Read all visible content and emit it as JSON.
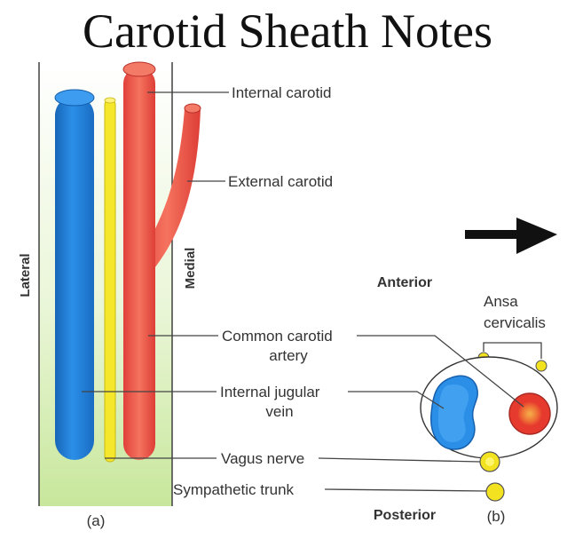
{
  "title": "Carotid Sheath Notes",
  "panel_a": {
    "caption": "(a)",
    "side_left": "Lateral",
    "side_right": "Medial",
    "labels": {
      "internal_carotid": "Internal carotid",
      "external_carotid": "External carotid",
      "common_carotid_line1": "Common carotid",
      "common_carotid_line2": "artery",
      "internal_jugular_line1": "Internal jugular",
      "internal_jugular_line2": "vein",
      "vagus_nerve": "Vagus nerve",
      "sympathetic_trunk": "Sympathetic trunk"
    }
  },
  "panel_b": {
    "caption": "(b)",
    "anterior": "Anterior",
    "posterior": "Posterior",
    "ansa_line1": "Ansa",
    "ansa_line2": "cervicalis"
  },
  "colors": {
    "vein": "#1f7fd6",
    "artery": "#e8483c",
    "nerve": "#f3e21f",
    "sheath_bg": "#cfe9a6"
  },
  "icons": [
    "arrow-right-icon"
  ]
}
